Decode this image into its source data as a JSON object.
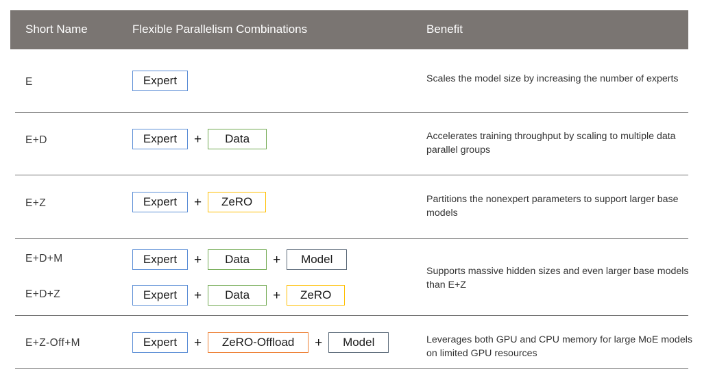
{
  "table": {
    "header": {
      "short_name": "Short Name",
      "combinations": "Flexible Parallelism Combinations",
      "benefit": "Benefit"
    },
    "colors": {
      "header_bg": "#7a7572",
      "expert": "#5b8ed6",
      "data": "#6fa84f",
      "zero": "#ffbf00",
      "model": "#5a6978",
      "zero_offload": "#ed7d31",
      "separator": "#6f6f6f"
    },
    "plus": "+",
    "rows": [
      {
        "short_name": "E",
        "pills": [
          "Expert"
        ],
        "benefit": "Scales the model size by increasing the number of experts"
      },
      {
        "short_name": "E+D",
        "pills": [
          "Expert",
          "Data"
        ],
        "benefit": "Accelerates training throughput by scaling to multiple data parallel groups"
      },
      {
        "short_name": "E+Z",
        "pills": [
          "Expert",
          "ZeRO"
        ],
        "benefit": "Partitions the nonexpert parameters to support larger base models"
      },
      {
        "short_name": "E+D+M",
        "pills": [
          "Expert",
          "Data",
          "Model"
        ],
        "benefit": "Supports massive hidden sizes and even larger base models than E+Z"
      },
      {
        "short_name": "E+D+Z",
        "pills": [
          "Expert",
          "Data",
          "ZeRO"
        ],
        "benefit": ""
      },
      {
        "short_name": "E+Z-Off+M",
        "pills": [
          "Expert",
          "ZeRO-Offload",
          "Model"
        ],
        "benefit": "Leverages both GPU and CPU memory for large MoE models on limited GPU resources"
      }
    ]
  }
}
